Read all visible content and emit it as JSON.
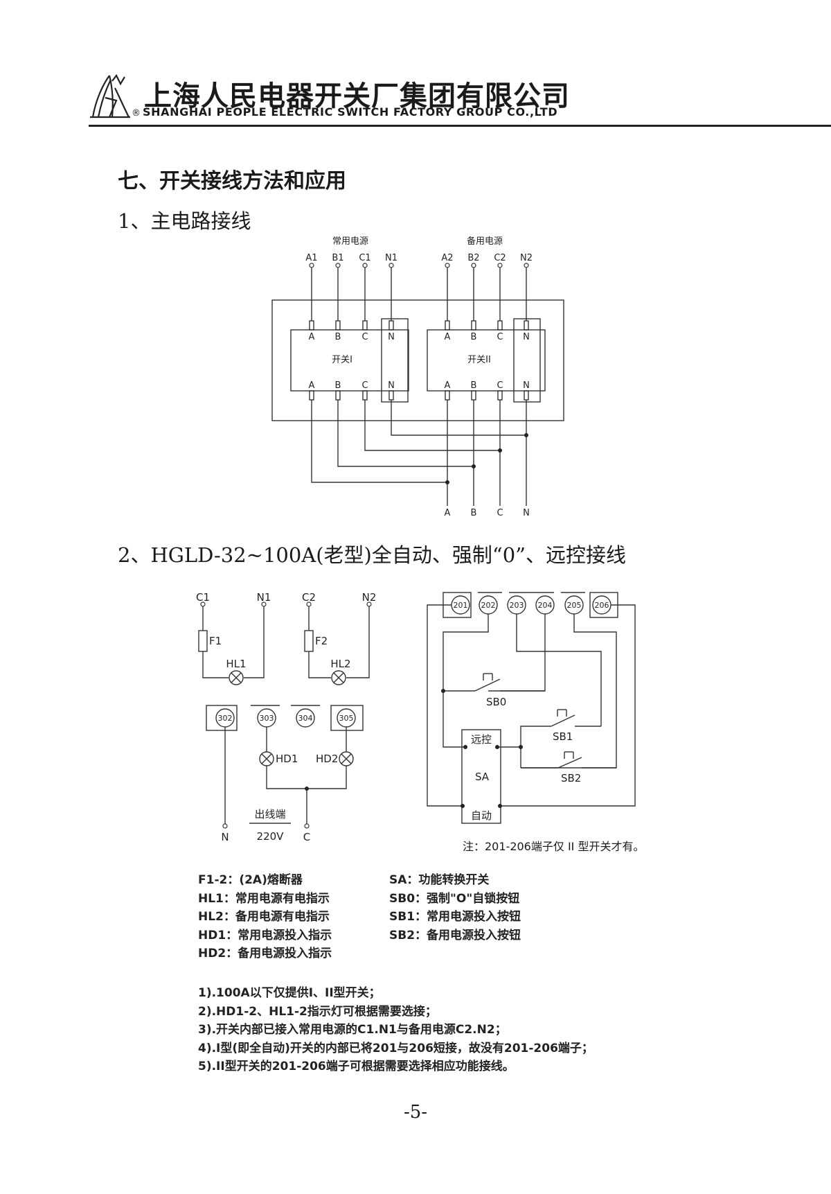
{
  "header": {
    "company_cn": "上海人民电器开关厂集团有限公司",
    "company_en": "SHANGHAI PEOPLE ELECTRIC SWITCH FACTORY GROUP CO.,LTD",
    "registered_mark": "®"
  },
  "section_title": "七、开关接线方法和应用",
  "sub1_title": "1、主电路接线",
  "sub2_title": "2、HGLD-32~100A(老型)全自动、强制“0”、远控接线",
  "diagram1": {
    "source1_label": "常用电源",
    "source2_label": "备用电源",
    "inputs1": [
      "A1",
      "B1",
      "C1",
      "N1"
    ],
    "inputs2": [
      "A2",
      "B2",
      "C2",
      "N2"
    ],
    "poles": [
      "A",
      "B",
      "C",
      "N"
    ],
    "switch1_label": "开关I",
    "switch2_label": "开关II",
    "outputs": [
      "A",
      "B",
      "C",
      "N"
    ]
  },
  "diagram2": {
    "lamp_inputs": [
      "C1",
      "N1",
      "C2",
      "N2"
    ],
    "fuse_labels": [
      "F1",
      "F2"
    ],
    "lamp_labels": [
      "HL1",
      "HL2"
    ],
    "terminals_300": [
      "302",
      "303",
      "304",
      "305"
    ],
    "hd_labels": [
      "HD1",
      "HD2"
    ],
    "output_label": "出线端",
    "voltage": "220V",
    "output_n": "N",
    "output_c": "C",
    "terminals_200": [
      "201",
      "202",
      "203",
      "204",
      "205",
      "206"
    ],
    "sb0": "SB0",
    "sb1": "SB1",
    "sb2": "SB2",
    "sa_remote": "远控",
    "sa_label": "SA",
    "sa_auto": "自动",
    "note": "注：201-206端子仅 II 型开关才有。"
  },
  "legend_left": [
    "F1-2：(2A)熔断器",
    "HL1：常用电源有电指示",
    "HL2：备用电源有电指示",
    "HD1：常用电源投入指示",
    "HD2：备用电源投入指示"
  ],
  "legend_right": [
    "SA：功能转换开关",
    "SB0：强制\"O\"自锁按钮",
    "SB1：常用电源投入按钮",
    "SB2：备用电源投入按钮"
  ],
  "notes": [
    "1).100A以下仅提供I、II型开关；",
    "2).HD1-2、HL1-2指示灯可根据需要选接；",
    "3).开关内部已接入常用电源的C1.N1与备用电源C2.N2；",
    "4).I型(即全自动)开关的内部已将201与206短接，故没有201-206端子；",
    "5).II型开关的201-206端子可根据需要选择相应功能接线。"
  ],
  "page_number": "-5-"
}
